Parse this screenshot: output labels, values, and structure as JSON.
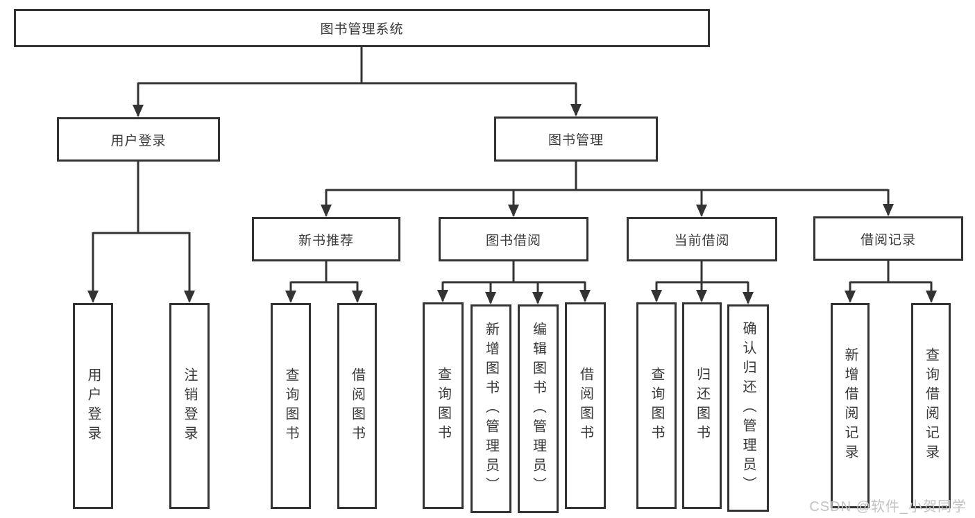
{
  "colors": {
    "line": "#333333",
    "box_border": "#333333",
    "text": "#3a3a3a",
    "watermark": "#c2c2c2",
    "background": "#ffffff"
  },
  "root": {
    "label": "图书管理系统"
  },
  "nodes": {
    "user_login": {
      "label": "用户登录",
      "children": [
        "用户登录",
        "注销登录"
      ]
    },
    "book_mgmt": {
      "label": "图书管理"
    },
    "new_book": {
      "label": "新书推荐",
      "children": [
        "查询图书",
        "借阅图书"
      ]
    },
    "book_borrow": {
      "label": "图书借阅",
      "children": [
        "查询图书",
        "新增图书（管理员）",
        "编辑图书（管理员）",
        "借阅图书"
      ]
    },
    "current_borrow": {
      "label": "当前借阅",
      "children": [
        "查询图书",
        "归还图书",
        "确认归还（管理员）"
      ]
    },
    "borrow_record": {
      "label": "借阅记录",
      "children": [
        "新增借阅记录",
        "查询借阅记录"
      ]
    }
  },
  "watermark": {
    "text": "CSDN @软件_小贺同学"
  }
}
